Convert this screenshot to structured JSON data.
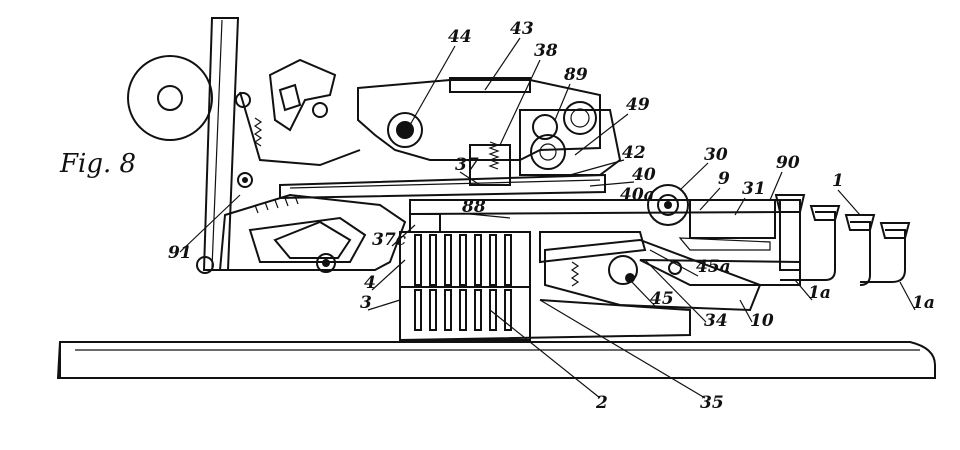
{
  "figure": {
    "title": "Fig. 8",
    "labels": [
      "44",
      "43",
      "38",
      "89",
      "49",
      "42",
      "40",
      "30",
      "90",
      "1",
      "9",
      "31",
      "37",
      "40a",
      "88",
      "37c",
      "45a",
      "4",
      "3",
      "45",
      "34",
      "10",
      "1a",
      "1a",
      "91",
      "2",
      "35"
    ]
  },
  "colors": {
    "ink": "#111111",
    "paper": "#ffffff"
  }
}
